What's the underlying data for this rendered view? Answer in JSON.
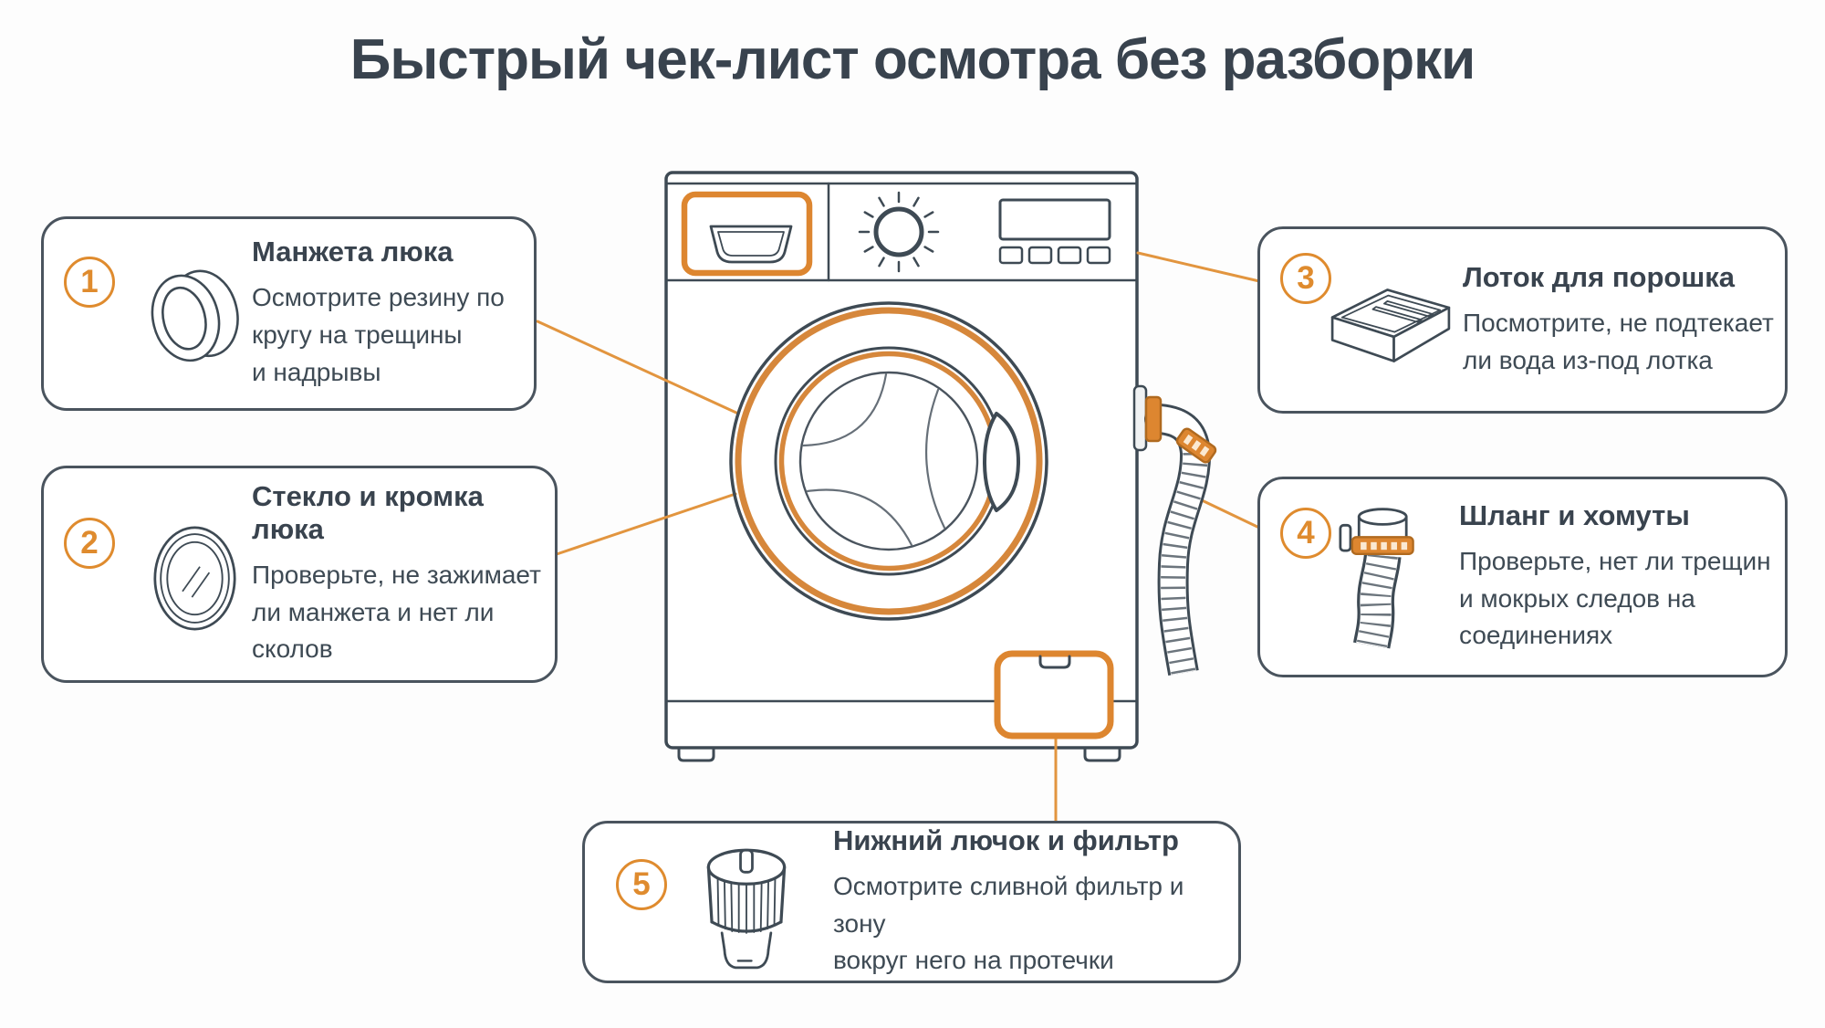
{
  "page": {
    "title": "Быстрый чек-лист осмотра без разборки",
    "colors": {
      "accent_orange": "#df8b2e",
      "door_ring_orange": "#d6873b",
      "line_dark": "#3e4a54",
      "text_dark": "#39434e",
      "background": "#fdfdfd"
    }
  },
  "checklist": [
    {
      "number": "1",
      "title": "Манжета люка",
      "body": "Осмотрите резину по\nкругу на трещины\nи надрывы",
      "icon": "door-gasket-icon"
    },
    {
      "number": "2",
      "title": "Стекло и кромка люка",
      "body": "Проверьте, не зажимает\nли манжета и нет ли\nсколов",
      "icon": "door-glass-icon"
    },
    {
      "number": "3",
      "title": "Лоток для порошка",
      "body": "Посмотрите, не подтекает\nли вода из-под лотка",
      "icon": "detergent-tray-icon"
    },
    {
      "number": "4",
      "title": "Шланг и хомуты",
      "body": "Проверьте, нет ли трещин\nи мокрых следов на\nсоединениях",
      "icon": "hose-clamp-icon"
    },
    {
      "number": "5",
      "title": "Нижний лючок и фильтр",
      "body": "Осмотрите сливной фильтр и зону\nвокруг него на протечки",
      "icon": "drain-filter-icon"
    }
  ]
}
